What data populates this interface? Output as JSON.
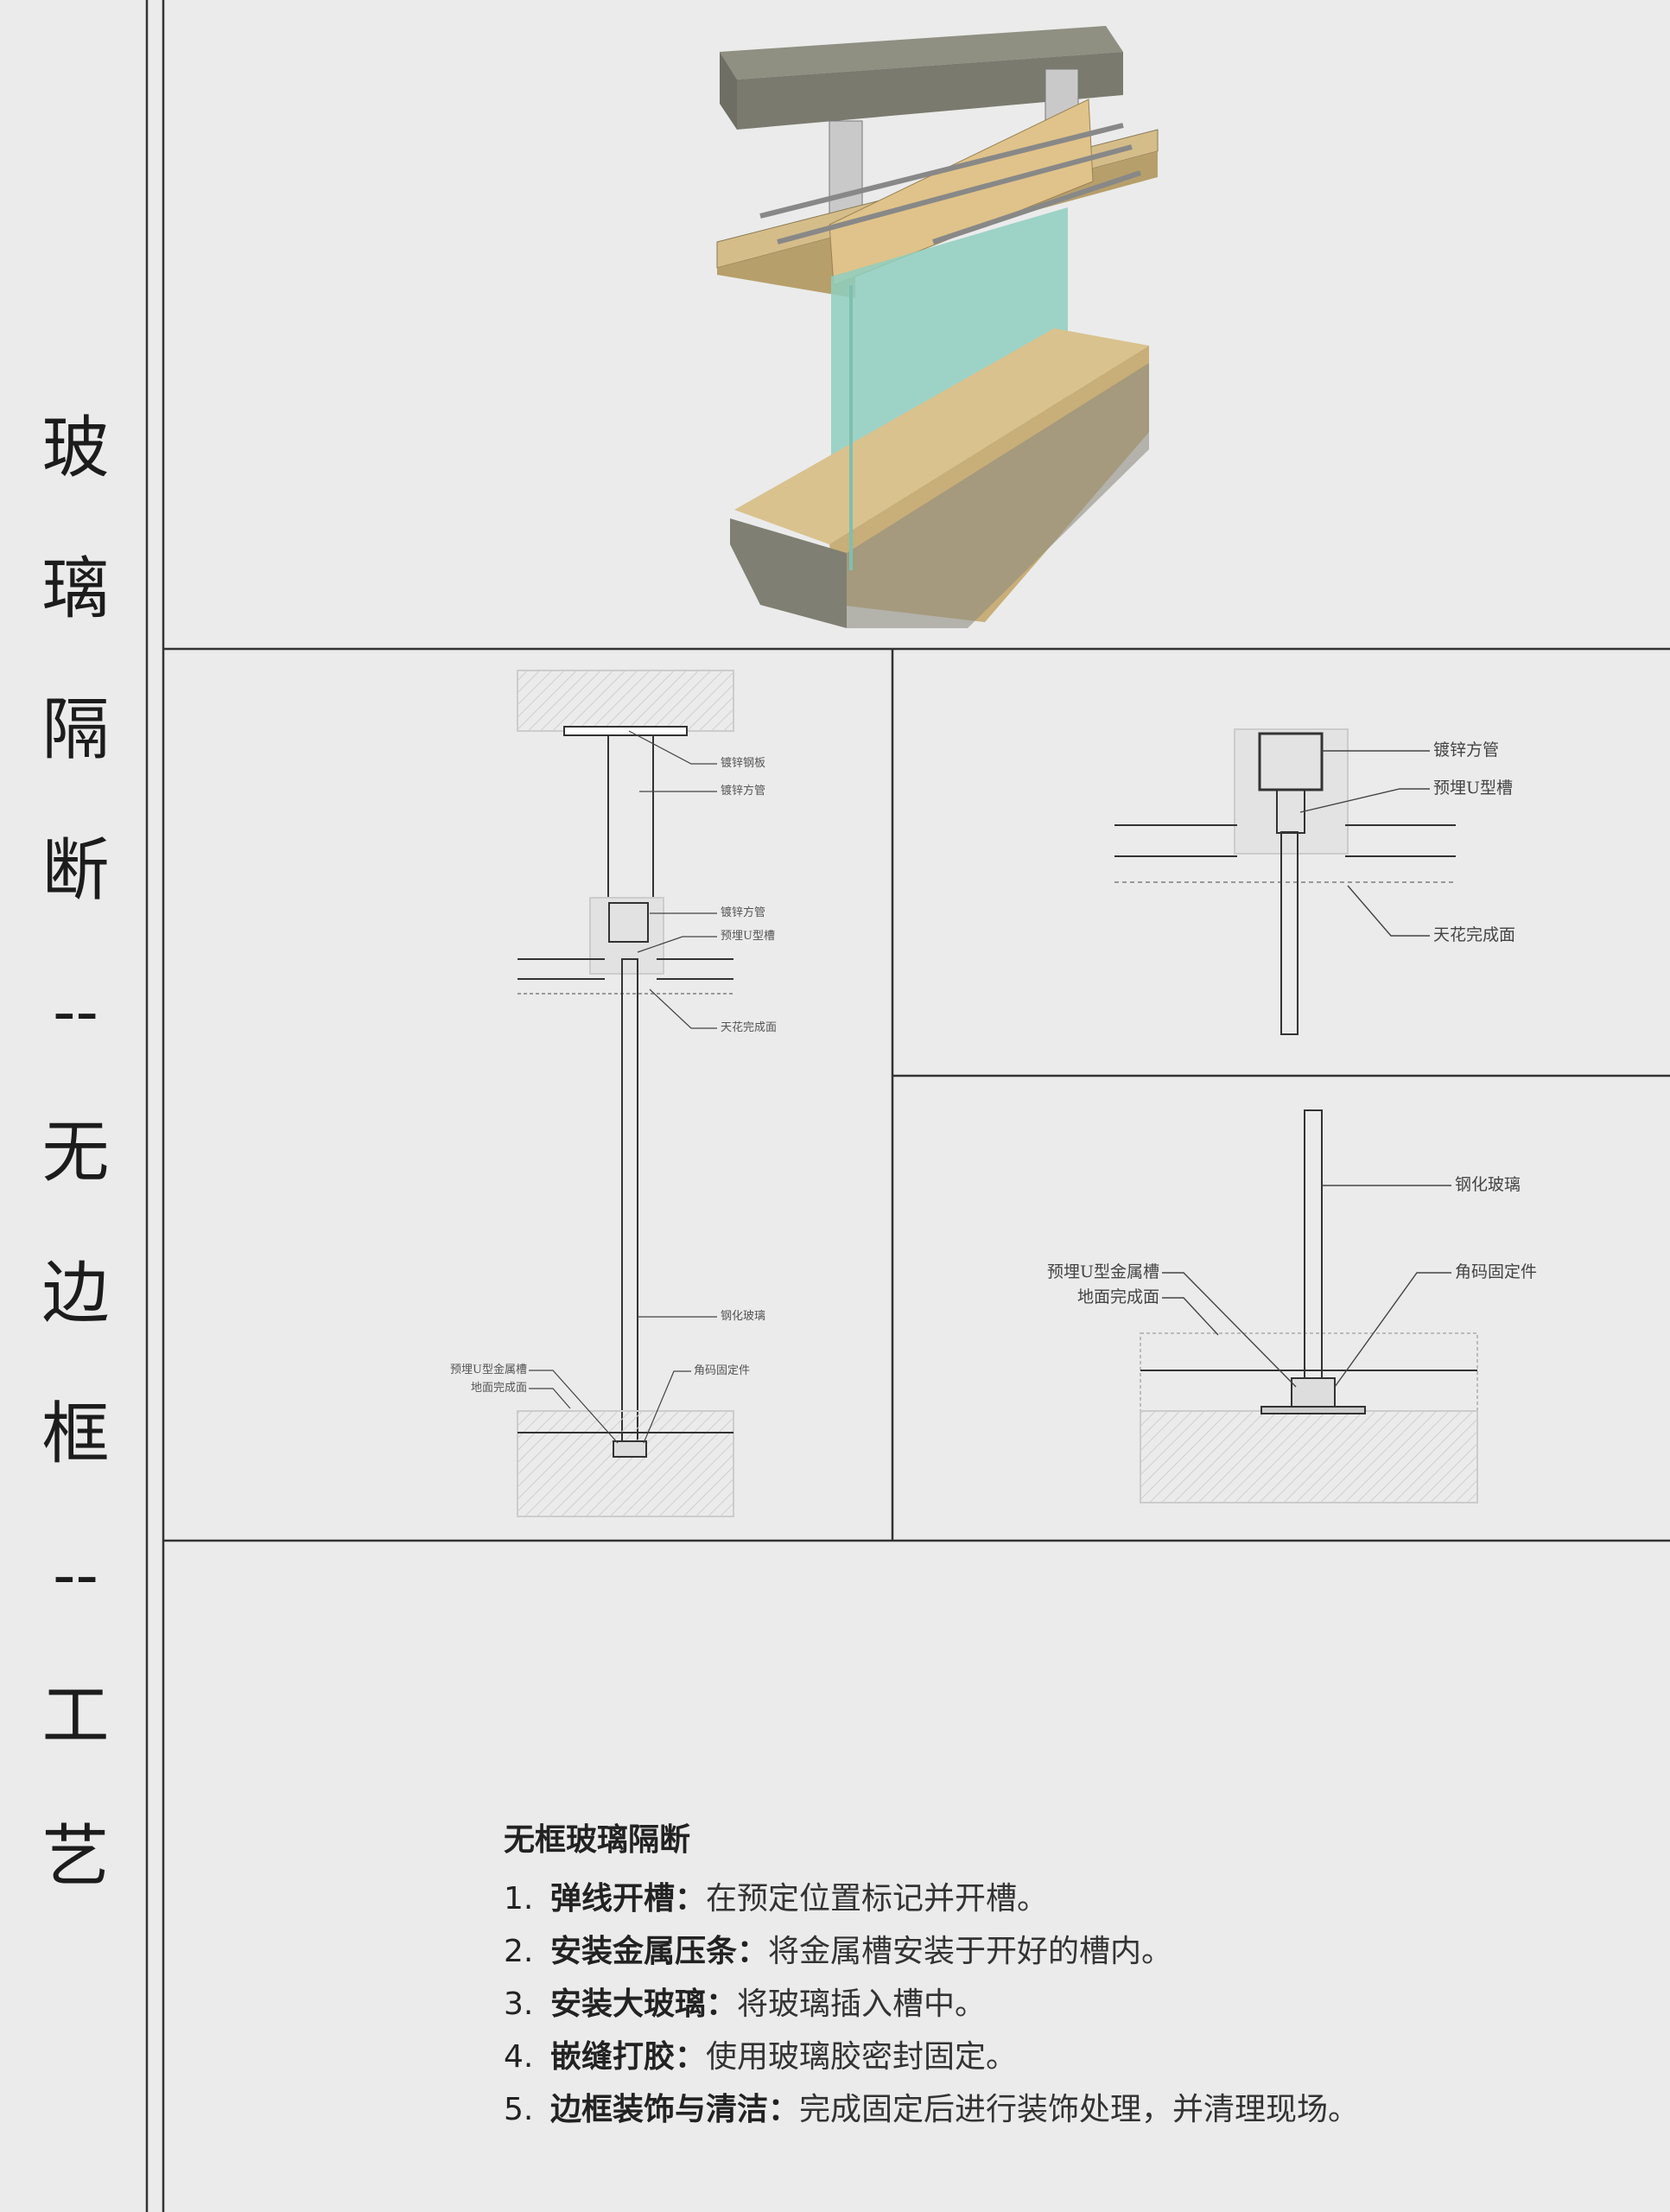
{
  "side_title": [
    "玻",
    "璃",
    "隔",
    "断",
    "--",
    "无",
    "边",
    "框",
    "--",
    "工",
    "艺"
  ],
  "detail_full": {
    "labels": [
      "镀锌钢板",
      "镀锌方管",
      "镀锌方管",
      "预埋U型槽",
      "天花完成面",
      "钢化玻璃",
      "预埋U型金属槽",
      "地面完成面",
      "角码固定件"
    ]
  },
  "detail_ceiling": {
    "labels": [
      "镀锌方管",
      "预埋U型槽",
      "天花完成面"
    ]
  },
  "detail_floor": {
    "labels": [
      "钢化玻璃",
      "预埋U型金属槽",
      "地面完成面",
      "角码固定件"
    ]
  },
  "steps": {
    "heading": "无框玻璃隔断",
    "items": [
      {
        "num": "1.",
        "key": "弹线开槽：",
        "desc": "在预定位置标记并开槽。"
      },
      {
        "num": "2.",
        "key": "安装金属压条：",
        "desc": "将金属槽安装于开好的槽内。"
      },
      {
        "num": "3.",
        "key": "安装大玻璃：",
        "desc": "将玻璃插入槽中。"
      },
      {
        "num": "4.",
        "key": "嵌缝打胶：",
        "desc": "使用玻璃胶密封固定。"
      },
      {
        "num": "5.",
        "key": "边框装饰与清洁：",
        "desc": "完成固定后进行装饰处理，并清理现场。"
      }
    ]
  },
  "colors": {
    "background": "#ebebeb",
    "glass": "#8fcfc0",
    "wood": "#d9c28e",
    "concrete": "#8d8c80"
  }
}
